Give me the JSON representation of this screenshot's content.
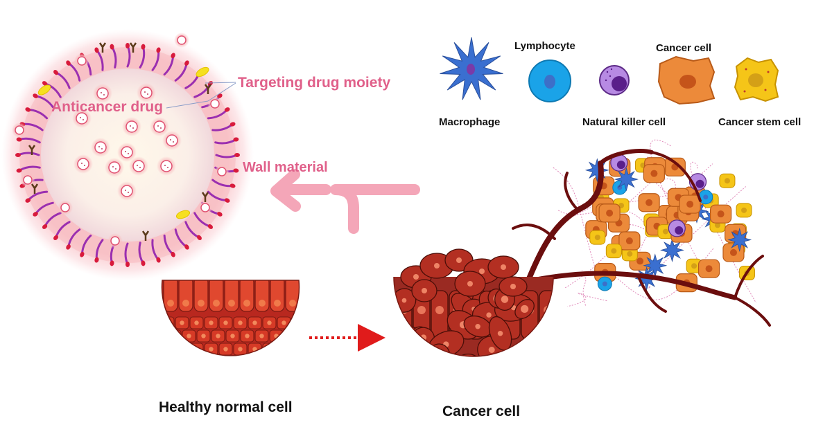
{
  "nanocarrier": {
    "labels": {
      "targeting": "Targeting drug moiety",
      "drug": "Anticancer drug",
      "wall": "Wall material"
    }
  },
  "legend": {
    "macrophage": "Macrophage",
    "lymphocyte": "Lymphocyte",
    "nk_cell": "Natural killer cell",
    "cancer_cell": "Cancer cell",
    "cancer_stem_cell": "Cancer stem cell"
  },
  "captions": {
    "healthy": "Healthy normal cell",
    "cancer": "Cancer cell"
  },
  "colors": {
    "label_pink": "#e0608a",
    "arrow_pink": "#f4a6b8",
    "tissue_red": "#c0392b",
    "vessel": "#6b0e0e",
    "macrophage": "#3a6fd0",
    "lymphocyte": "#1aa3e8",
    "nk_cell": "#9c5fd0",
    "cancer_cell": "#ec8a3a",
    "cancer_stem_cell": "#f5c518"
  }
}
